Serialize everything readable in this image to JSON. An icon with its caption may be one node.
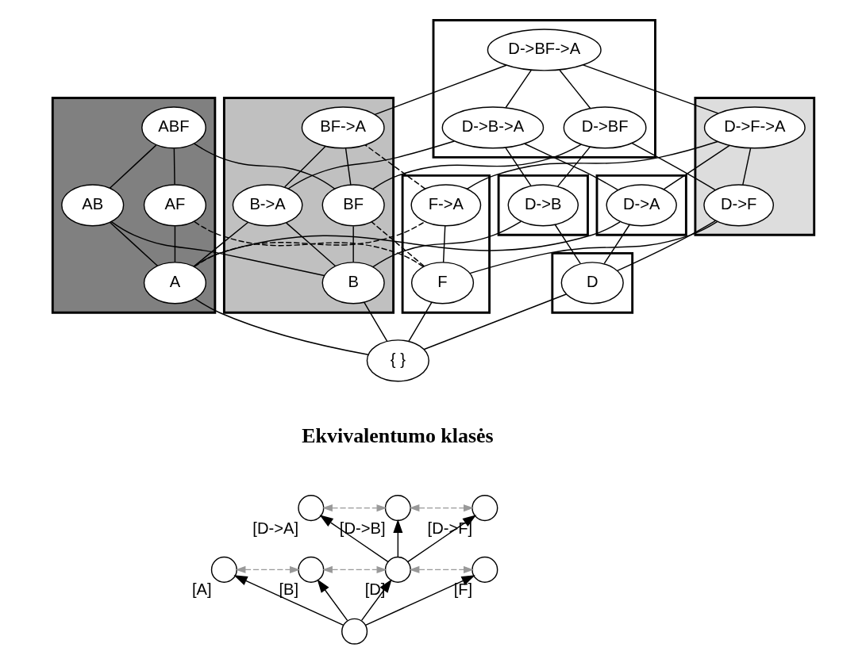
{
  "diagram": {
    "nodes": [
      {
        "text": [],
        "shape": "box"
      },
      {
        "text": [
          "ABF"
        ],
        "in": 0
      },
      {
        "text": [
          "AB"
        ],
        "in": 0
      },
      {
        "text": [
          "AF"
        ],
        "in": 0
      },
      {
        "text": [
          "A"
        ],
        "in": 0
      },
      {
        "text": [],
        "shape": "box"
      },
      {
        "text": [
          "BF->A"
        ],
        "in": 5
      },
      {
        "text": [
          "BF"
        ],
        "in": 5
      },
      {
        "text": [
          "B->A"
        ],
        "in": 5
      },
      {
        "text": [
          "B"
        ],
        "in": 5
      },
      {
        "text": [],
        "shape": "box"
      },
      {
        "text": [
          "D->BF->A"
        ],
        "in": 10
      },
      {
        "text": [
          "D->B->A"
        ],
        "in": 10
      },
      {
        "text": [
          "D->BF"
        ],
        "in": 10
      },
      {
        "text": [],
        "shape": "box"
      },
      {
        "text": [
          "D->F->A"
        ],
        "in": 14
      },
      {
        "text": [
          "D->F"
        ],
        "in": 14
      },
      {
        "text": [],
        "shape": "box"
      },
      {
        "text": [
          "D->A"
        ],
        "in": 17
      },
      {
        "text": [],
        "shape": "box"
      },
      {
        "text": [
          "D->B"
        ],
        "in": 19
      },
      {
        "text": [],
        "shape": "box"
      },
      {
        "text": [
          "F->A"
        ],
        "in": 21
      },
      {
        "text": [
          "F"
        ],
        "in": 21
      },
      {
        "text": [],
        "shape": "box"
      },
      {
        "text": [
          "D"
        ],
        "in": 24
      },
      {
        "text": [
          "{ }"
        ]
      },
      {
        "text": [],
        "shape": "circle",
        "beside": [
          "[D->A]"
        ]
      },
      {
        "text": [],
        "shape": "circle",
        "beside": [
          "[D->B]"
        ]
      },
      {
        "text": [],
        "shape": "circle",
        "beside": [
          "[D->F]"
        ]
      },
      {
        "text": [],
        "shape": "circle",
        "beside": [
          "[A]"
        ]
      },
      {
        "text": [],
        "shape": "circle",
        "beside": [
          "[B]"
        ]
      },
      {
        "text": [],
        "shape": "circle",
        "beside": [
          "[D]"
        ]
      },
      {
        "text": [],
        "shape": "circle",
        "beside": [
          "[F]"
        ]
      },
      {
        "text": [],
        "shape": "circle"
      }
    ],
    "edges": [
      {
        "from": 6,
        "to": 11,
        "arrow": "none"
      },
      {
        "from": 12,
        "to": 11,
        "arrow": "none"
      },
      {
        "from": 13,
        "to": 11,
        "arrow": "none"
      },
      {
        "from": 15,
        "to": 11,
        "arrow": "none"
      },
      {
        "from": 2,
        "to": 1,
        "arrow": "none"
      },
      {
        "from": 3,
        "to": 1,
        "arrow": "none"
      },
      {
        "from": 7,
        "to": 1,
        "arrow": "none"
      },
      {
        "from": 7,
        "to": 6,
        "arrow": "none"
      },
      {
        "from": 8,
        "to": 6,
        "arrow": "none"
      },
      {
        "from": 22,
        "to": 6,
        "arrow": "none",
        "style": "dashed"
      },
      {
        "from": 8,
        "to": 12,
        "arrow": "none"
      },
      {
        "from": 18,
        "to": 12,
        "arrow": "none"
      },
      {
        "from": 20,
        "to": 12,
        "arrow": "none"
      },
      {
        "from": 7,
        "to": 13,
        "arrow": "none"
      },
      {
        "from": 20,
        "to": 13,
        "arrow": "none"
      },
      {
        "from": 16,
        "to": 13,
        "arrow": "none"
      },
      {
        "from": 16,
        "to": 15,
        "arrow": "none"
      },
      {
        "from": 22,
        "to": 15,
        "arrow": "none"
      },
      {
        "from": 18,
        "to": 15,
        "arrow": "none"
      },
      {
        "from": 4,
        "to": 2,
        "arrow": "none"
      },
      {
        "from": 9,
        "to": 2,
        "arrow": "none"
      },
      {
        "from": 4,
        "to": 3,
        "arrow": "none"
      },
      {
        "from": 23,
        "to": 3,
        "arrow": "none",
        "style": "dashed"
      },
      {
        "from": 9,
        "to": 7,
        "arrow": "none"
      },
      {
        "from": 23,
        "to": 7,
        "arrow": "none",
        "style": "dashed"
      },
      {
        "from": 9,
        "to": 8,
        "arrow": "none"
      },
      {
        "from": 4,
        "to": 8,
        "arrow": "none"
      },
      {
        "from": 25,
        "to": 18,
        "arrow": "none"
      },
      {
        "from": 4,
        "to": 18,
        "arrow": "none"
      },
      {
        "from": 25,
        "to": 20,
        "arrow": "none"
      },
      {
        "from": 9,
        "to": 20,
        "arrow": "none"
      },
      {
        "from": 25,
        "to": 16,
        "arrow": "none"
      },
      {
        "from": 23,
        "to": 16,
        "arrow": "none"
      },
      {
        "from": 23,
        "to": 22,
        "arrow": "none"
      },
      {
        "from": 4,
        "to": 22,
        "arrow": "none",
        "style": "dashed"
      },
      {
        "from": 26,
        "to": 4,
        "arrow": "none"
      },
      {
        "from": 26,
        "to": 9,
        "arrow": "none"
      },
      {
        "from": 26,
        "to": 25,
        "arrow": "none"
      },
      {
        "from": 26,
        "to": 23,
        "arrow": "none"
      },
      {
        "from": 34,
        "to": 30,
        "arrow": "to"
      },
      {
        "from": 34,
        "to": 31,
        "arrow": "to"
      },
      {
        "from": 34,
        "to": 32,
        "arrow": "to"
      },
      {
        "from": 34,
        "to": 33,
        "arrow": "to"
      },
      {
        "from": 32,
        "to": 27,
        "arrow": "to"
      },
      {
        "from": 32,
        "to": 28,
        "arrow": "to"
      },
      {
        "from": 32,
        "to": 29,
        "arrow": "to"
      },
      {
        "from": 27,
        "to": 28,
        "arrow": "both",
        "style": "dashed",
        "color": "#999999"
      },
      {
        "from": 28,
        "to": 29,
        "arrow": "both",
        "style": "dashed",
        "color": "#999999"
      },
      {
        "from": 30,
        "to": 31,
        "arrow": "both",
        "style": "dashed",
        "color": "#999999"
      },
      {
        "from": 31,
        "to": 32,
        "arrow": "both",
        "style": "dashed",
        "color": "#999999"
      },
      {
        "from": 32,
        "to": 33,
        "arrow": "both",
        "style": "dashed",
        "color": "#999999"
      }
    ],
    "labels": [
      "Ekvivalentumo klasės"
    ]
  }
}
